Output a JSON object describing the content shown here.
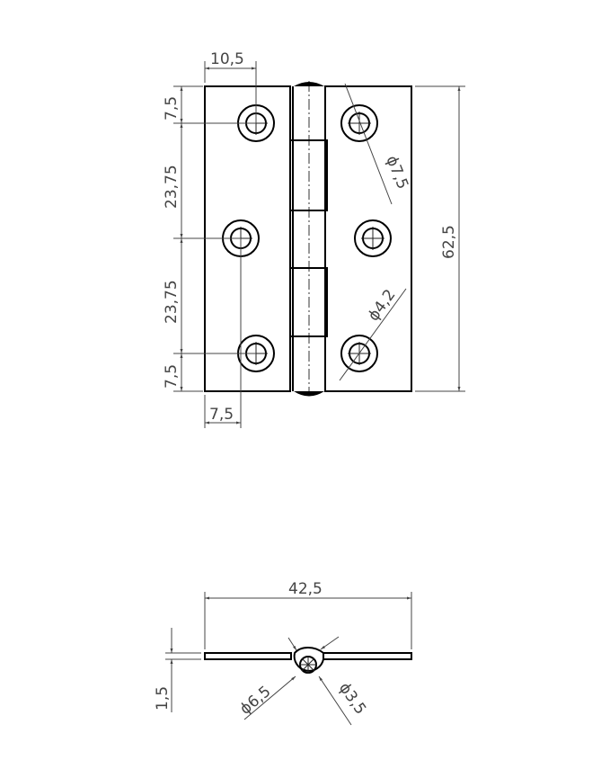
{
  "drawing": {
    "front_view": {
      "dimensions": {
        "hole_offset_top": "10,5",
        "hole_offset_bottom": "7,5",
        "edge_top": "7,5",
        "pitch_upper": "23,75",
        "pitch_lower": "23,75",
        "edge_bottom": "7,5",
        "height": "62,5",
        "counterbore_diameter": "ϕ7,5",
        "hole_diameter": "ϕ4,2"
      }
    },
    "side_view": {
      "dimensions": {
        "width": "42,5",
        "thickness": "1,5",
        "knuckle_outer_diameter": "ϕ6,5",
        "pin_diameter": "ϕ3,5"
      }
    }
  }
}
